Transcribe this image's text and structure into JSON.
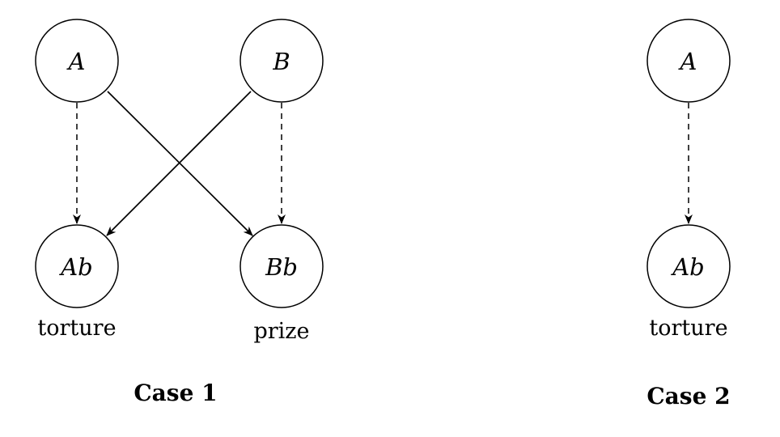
{
  "case1": {
    "title": "Case 1",
    "nodes": {
      "a": "A",
      "b": "B",
      "ab": "Ab",
      "bb": "Bb"
    },
    "labels": {
      "ab": "torture",
      "bb": "prize"
    },
    "edges": [
      {
        "from": "A",
        "to": "Ab",
        "style": "dashed"
      },
      {
        "from": "B",
        "to": "Bb",
        "style": "dashed"
      },
      {
        "from": "A",
        "to": "Bb",
        "style": "solid"
      },
      {
        "from": "B",
        "to": "Ab",
        "style": "solid"
      }
    ]
  },
  "case2": {
    "title": "Case 2",
    "nodes": {
      "a": "A",
      "ab": "Ab"
    },
    "labels": {
      "ab": "torture"
    },
    "edges": [
      {
        "from": "A",
        "to": "Ab",
        "style": "dashed"
      }
    ]
  }
}
